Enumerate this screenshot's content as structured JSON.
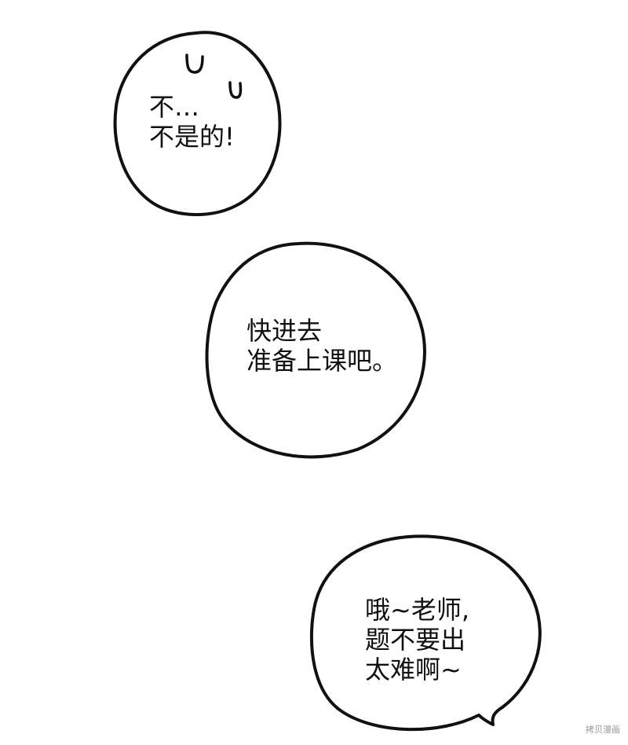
{
  "bubbles": [
    {
      "lines": [
        "不…",
        "不是的!"
      ]
    },
    {
      "lines": [
        "快进去",
        "准备上课吧。"
      ]
    },
    {
      "lines": [
        "哦~老师,",
        "题不要出",
        "太难啊~"
      ]
    }
  ],
  "watermark": "拷贝漫画",
  "colors": {
    "background": "#ffffff",
    "ink": "#111111"
  }
}
